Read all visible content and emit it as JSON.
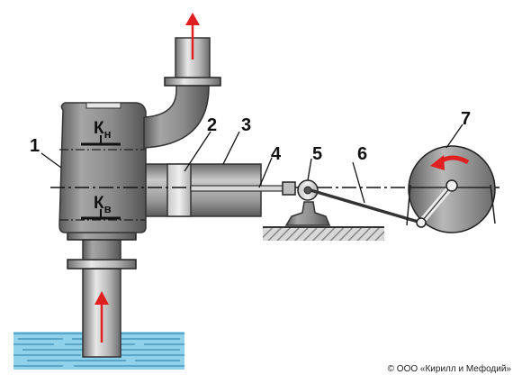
{
  "figure": {
    "part_labels": [
      "1",
      "2",
      "3",
      "4",
      "5",
      "6",
      "7"
    ],
    "valves": {
      "upper": {
        "main": "К",
        "sub": "н"
      },
      "lower": {
        "main": "К",
        "sub": "в"
      }
    }
  },
  "copyright": "© ООО «Кирилл и Мефодий»",
  "colors": {
    "body": "#8c8c8c",
    "body_dark": "#555555",
    "pipe_light": "#d4d4d4",
    "water": "#8fd0ea",
    "flow_arrow": "#e02020",
    "ground_hatch": "#7a7a7a"
  }
}
